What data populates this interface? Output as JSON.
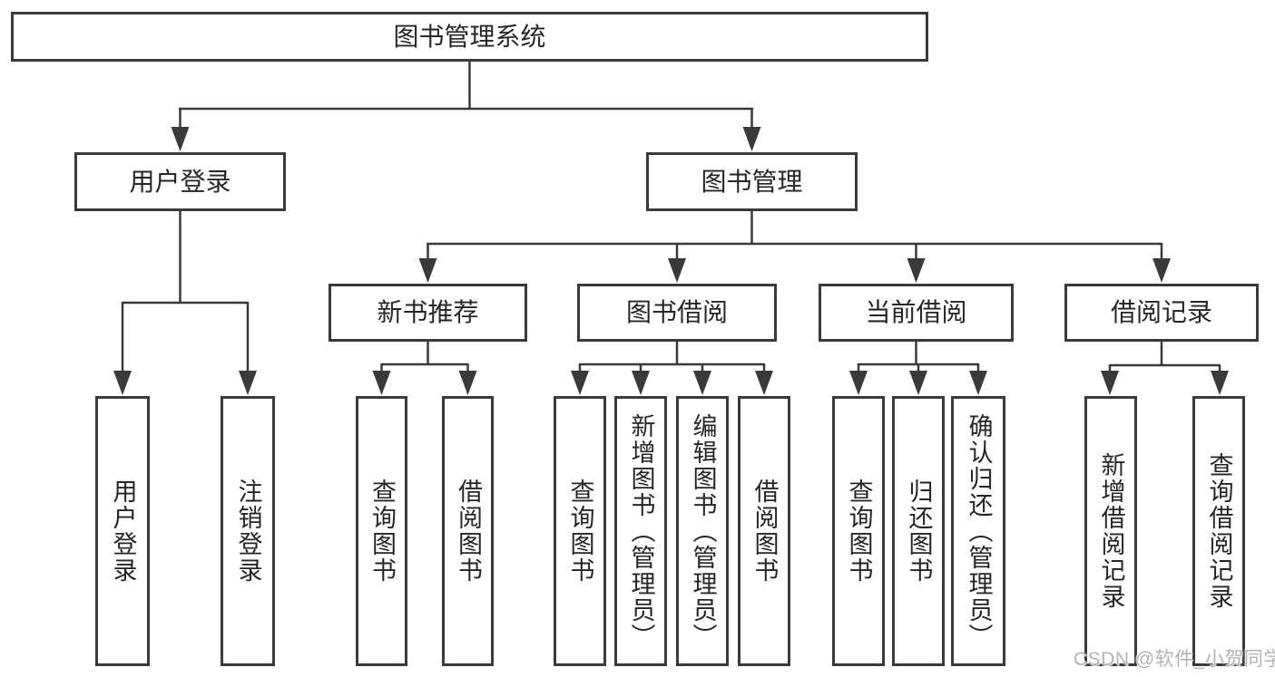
{
  "tree": {
    "label": "图书管理系统",
    "children": [
      {
        "label": "用户登录",
        "children": [
          {
            "label": "用户登录"
          },
          {
            "label": "注销登录"
          }
        ]
      },
      {
        "label": "图书管理",
        "children": [
          {
            "label": "新书推荐",
            "children": [
              {
                "label": "查询图书"
              },
              {
                "label": "借阅图书"
              }
            ]
          },
          {
            "label": "图书借阅",
            "children": [
              {
                "label": "查询图书"
              },
              {
                "label": "新增图书（管理员）"
              },
              {
                "label": "编辑图书（管理员）"
              },
              {
                "label": "借阅图书"
              }
            ]
          },
          {
            "label": "当前借阅",
            "children": [
              {
                "label": "查询图书"
              },
              {
                "label": "归还图书"
              },
              {
                "label": "确认归还（管理员）"
              }
            ]
          },
          {
            "label": "借阅记录",
            "children": [
              {
                "label": "新增借阅记录"
              },
              {
                "label": "查询借阅记录"
              }
            ]
          }
        ]
      }
    ]
  },
  "watermark": {
    "text": "CSDN @软件_小贺同学"
  },
  "colors": {
    "line": "#3a3a3a",
    "text": "#262626",
    "watermark": "#b3b3b3",
    "background": "#ffffff"
  }
}
